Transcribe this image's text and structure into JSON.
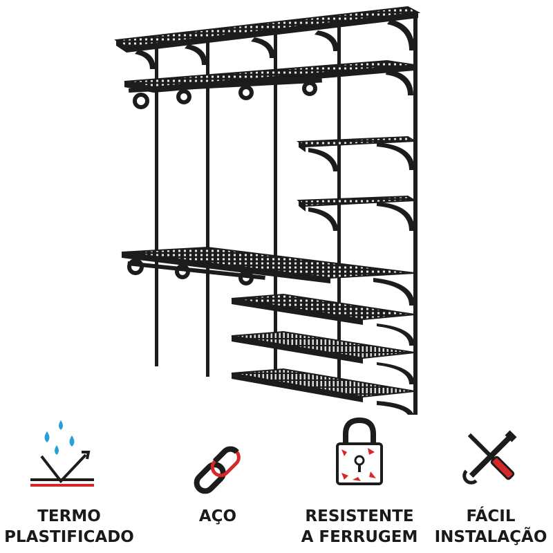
{
  "features": [
    {
      "icon": "water-drops-surface-icon",
      "line1": "TERMO",
      "line2": "PLASTIFICADO"
    },
    {
      "icon": "chain-link-icon",
      "line1": "AÇO",
      "line2": ""
    },
    {
      "icon": "rusty-padlock-icon",
      "line1": "RESISTENTE",
      "line2": "A FERRUGEM"
    },
    {
      "icon": "wrench-screwdriver-icon",
      "line1": "FÁCIL",
      "line2": "INSTALAÇÃO"
    }
  ],
  "colors": {
    "shelf": "#1c1c1c",
    "accent": "#d62828",
    "drop": "#2a9fd8"
  }
}
